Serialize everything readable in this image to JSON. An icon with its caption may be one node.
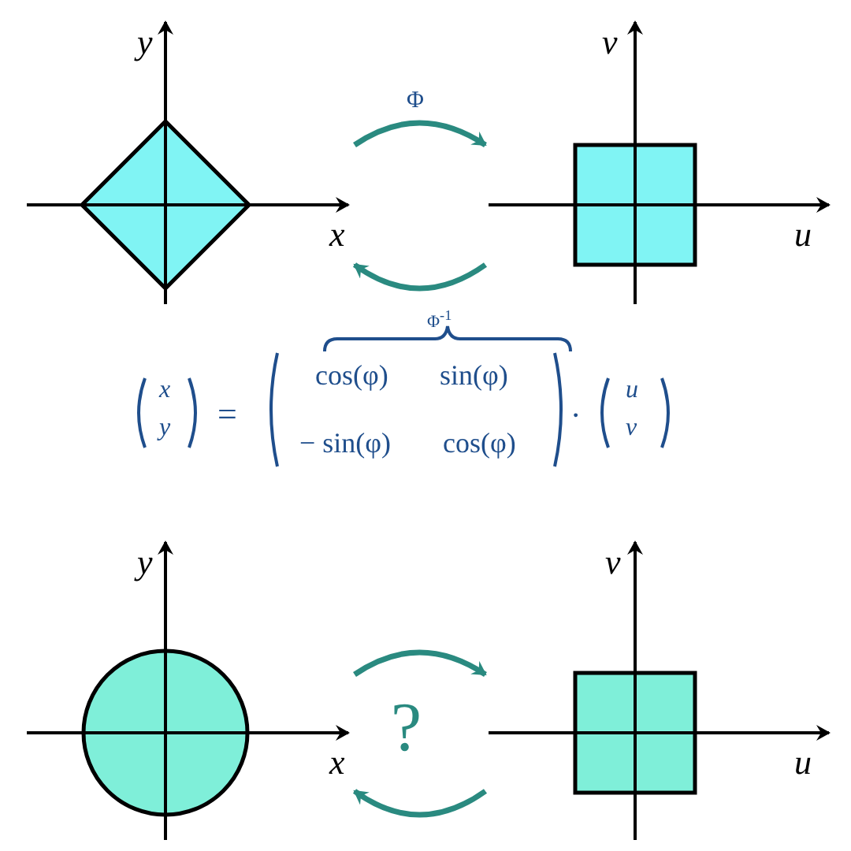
{
  "diagram": {
    "nodes": [
      {
        "text": [
          "y",
          "x"
        ]
      },
      {
        "text": [
          "v",
          "u"
        ]
      },
      {
        "text": [
          "y",
          "x"
        ]
      },
      {
        "text": [
          "v",
          "u"
        ]
      }
    ],
    "edges": [
      {
        "from": 0,
        "to": 1,
        "arrow": "to",
        "label": "Φ"
      },
      {
        "from": 1,
        "to": 0,
        "arrow": "to"
      },
      {
        "from": 2,
        "to": 3,
        "arrow": "to"
      },
      {
        "from": 3,
        "to": 2,
        "arrow": "to"
      }
    ],
    "labels": [
      "Φ$^{-1}$",
      "x",
      "y",
      "=",
      "cos(φ)",
      "sin(φ)",
      "− sin(φ)",
      "cos(φ)",
      "·",
      "u",
      "v",
      "?"
    ]
  }
}
